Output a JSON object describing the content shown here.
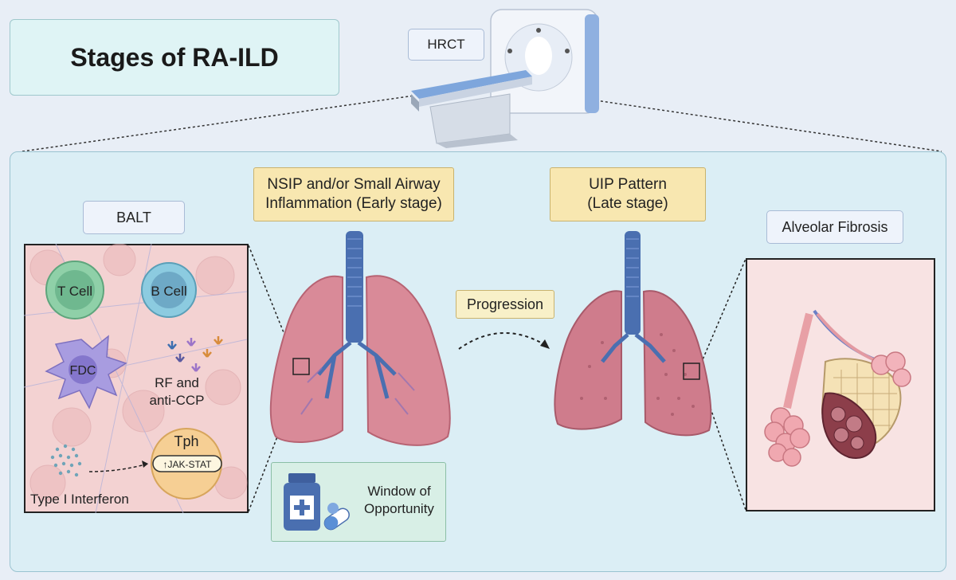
{
  "title": "Stages of RA-ILD",
  "hrct_label": "HRCT",
  "balt": {
    "label": "BALT",
    "t_cell": "T Cell",
    "b_cell": "B Cell",
    "fdc": "FDC",
    "rf_line1": "RF and",
    "rf_line2": "anti-CCP",
    "tph": "Tph",
    "jak_stat": "↑JAK-STAT",
    "interferon": "Type I Interferon"
  },
  "early_stage": {
    "line1": "NSIP and/or Small Airway",
    "line2": "Inflammation (Early stage)"
  },
  "late_stage": {
    "line1": "UIP Pattern",
    "line2": "(Late stage)"
  },
  "progression": "Progression",
  "alveolar": {
    "label": "Alveolar Fibrosis"
  },
  "window": {
    "line1": "Window of",
    "line2": "Opportunity"
  },
  "colors": {
    "lung": "#d98a98",
    "trachea": "#4a6fb0",
    "t_cell": "#7cc09a",
    "b_cell": "#7bbcd4",
    "fdc": "#9b8fd6",
    "tph": "#f3c27e"
  }
}
